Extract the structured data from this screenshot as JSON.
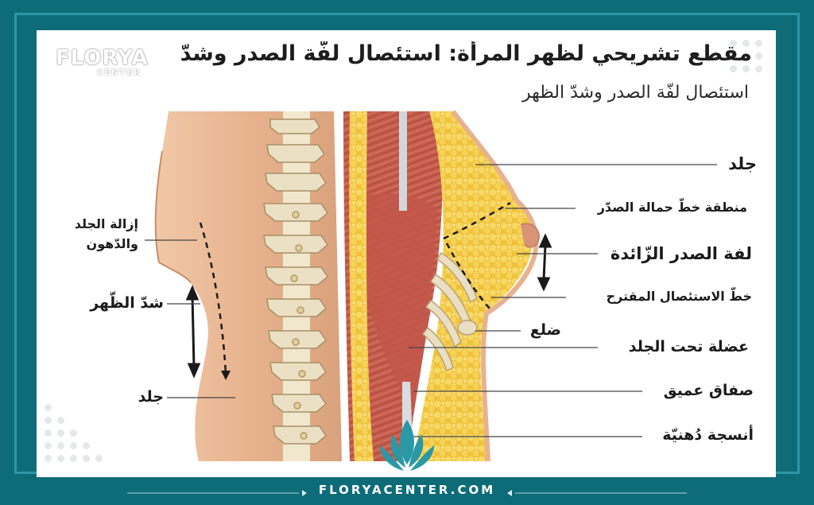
{
  "header": {
    "title": "مقطع تشريحي لظهر المرأة: استئصال لفّة الصدر وشدّ الظهر",
    "subtitle": "استئصال لفّة الصدر وشدّ الظهر",
    "watermark_logo": "FLORYA",
    "watermark_logo_sub": "CENTER"
  },
  "labels_right": {
    "skin": "جلد",
    "bra_line": "منطقة خطّ حمالة الصدّر",
    "bra_roll": "لفة الصدر الزّائدة",
    "excision_line": "خطّ الاستئصال المقترح",
    "rib": "ضلع",
    "subcutaneous_muscle": "عضلة تحت الجلد",
    "deep_fascia": "صفاق عميق",
    "fat_tissue": "أنسجة دُهنيّة"
  },
  "labels_left": {
    "skin_fat_removal_line1": "إزالة الجلد",
    "skin_fat_removal_line2": "والدّهون",
    "back_lift": "شدّ الظّهر",
    "skin": "جلد"
  },
  "footer": {
    "website": "FLORYACENTER.COM"
  },
  "colors": {
    "frame": "#0e6c78",
    "frame_inner": "#2b97a3",
    "skin": "#e9b894",
    "muscle": "#c45d4d",
    "fat": "#f2cc4a",
    "bone": "#e9dcb8"
  }
}
